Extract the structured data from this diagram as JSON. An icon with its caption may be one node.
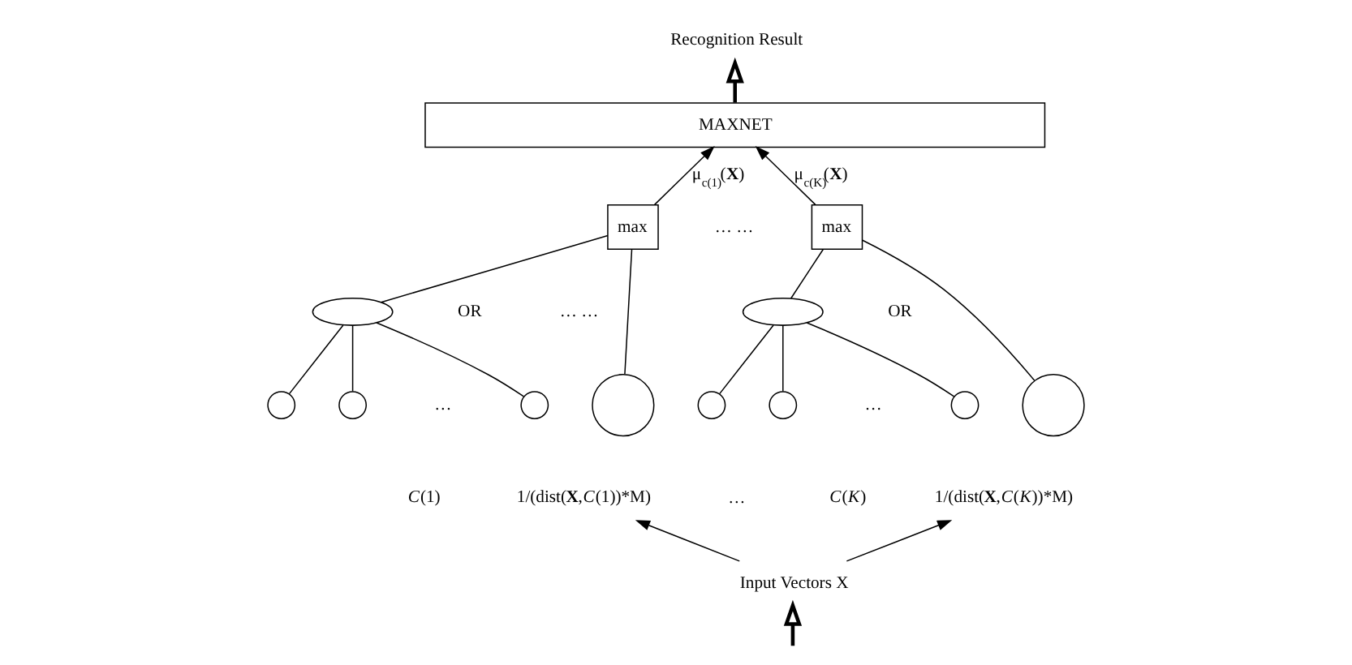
{
  "diagram": {
    "nodes": [
      {
        "text": [
          "MAXNET"
        ]
      },
      {
        "text": [
          "max"
        ]
      },
      {
        "text": [
          "max"
        ]
      },
      {
        "text": [],
        "shape": "ellipse"
      },
      {
        "text": [],
        "shape": "circle"
      },
      {
        "text": [],
        "shape": "circle"
      },
      {
        "text": [],
        "shape": "circle"
      },
      {
        "text": [],
        "shape": "circle"
      },
      {
        "text": [],
        "shape": "ellipse"
      },
      {
        "text": [],
        "shape": "circle"
      },
      {
        "text": [],
        "shape": "circle"
      },
      {
        "text": [],
        "shape": "circle"
      },
      {
        "text": [],
        "shape": "circle"
      },
      {
        "text": [
          "1/(dist(**X**,*C*(1))*M)"
        ]
      },
      {
        "text": [
          "1/(dist(**X**,*C*(*K*))*M)"
        ]
      },
      {
        "text": [
          "Input Vectors X"
        ]
      },
      {
        "text": [
          "Recognition Result"
        ]
      }
    ],
    "edges": [
      {
        "from": 1,
        "to": 0,
        "arrow": "to",
        "label": "μ$_{c(1)}$(**X**)"
      },
      {
        "from": 2,
        "to": 0,
        "arrow": "to",
        "label": "μ$_{c(K)}$(**X**)"
      },
      {
        "from": 3,
        "to": 1,
        "arrow": "none"
      },
      {
        "from": 7,
        "to": 1,
        "arrow": "none"
      },
      {
        "from": 4,
        "to": 3,
        "arrow": "none"
      },
      {
        "from": 5,
        "to": 3,
        "arrow": "none"
      },
      {
        "from": 6,
        "to": 3,
        "arrow": "none"
      },
      {
        "from": 8,
        "to": 2,
        "arrow": "none"
      },
      {
        "from": 12,
        "to": 2,
        "arrow": "none"
      },
      {
        "from": 9,
        "to": 8,
        "arrow": "none"
      },
      {
        "from": 10,
        "to": 8,
        "arrow": "none"
      },
      {
        "from": 11,
        "to": 8,
        "arrow": "none"
      },
      {
        "from": 15,
        "to": 13,
        "arrow": "to"
      },
      {
        "from": 15,
        "to": 14,
        "arrow": "to"
      },
      {
        "from": null,
        "to": 15,
        "arrow": "to",
        "style": "thick"
      },
      {
        "from": 0,
        "to": 16,
        "arrow": "to",
        "style": "thick"
      }
    ],
    "labels": [
      "… …",
      "OR",
      "… …",
      "OR",
      "…",
      "…",
      "*C*(1)",
      "…",
      "*C*(*K*)"
    ]
  }
}
